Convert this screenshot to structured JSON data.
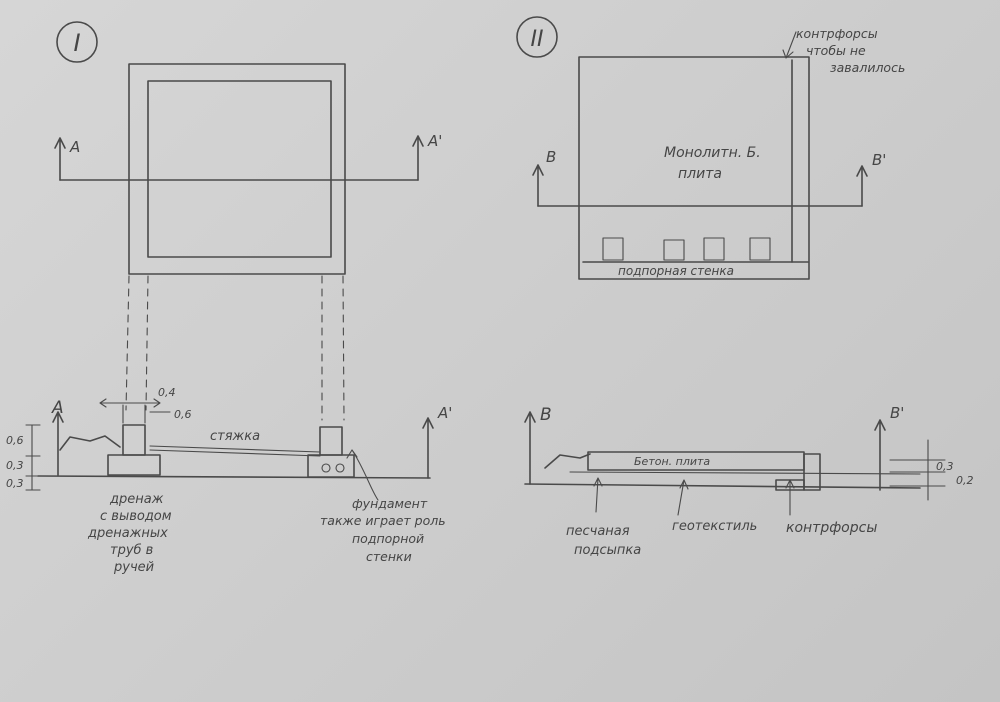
{
  "sketch1": {
    "roman": "I",
    "section_left": "A",
    "section_right": "A'",
    "elevation": {
      "left_mark": "A",
      "right_mark": "A'",
      "dim_width_top": "0,4",
      "dim_width_side": "0,6",
      "dim_heights": [
        "0,6",
        "0,3",
        "0,3"
      ],
      "label_screed": "стяжка",
      "label_drainage": [
        "дренаж",
        "с выводом",
        "дренажных",
        "труб в",
        "ручей"
      ],
      "label_foundation": [
        "фундамент",
        "также играет роль",
        "подпорной",
        "стенки"
      ]
    }
  },
  "sketch2": {
    "roman": "II",
    "note_top": [
      "контрфорсы",
      "чтобы не",
      "завалилось"
    ],
    "slab_label": [
      "Монолитн. Б.",
      "плита"
    ],
    "section_left": "B",
    "section_right": "B'",
    "retaining_wall": "подпорная стенка",
    "elevation": {
      "left_mark": "B",
      "right_mark": "B'",
      "slab_text": "Бетон. плита",
      "dim_heights": [
        "0,3",
        "0,2"
      ],
      "label_sand": [
        "песчаная",
        "подсыпка"
      ],
      "label_geotextile": "геотекстиль",
      "label_buttress": "контрфорсы"
    }
  }
}
